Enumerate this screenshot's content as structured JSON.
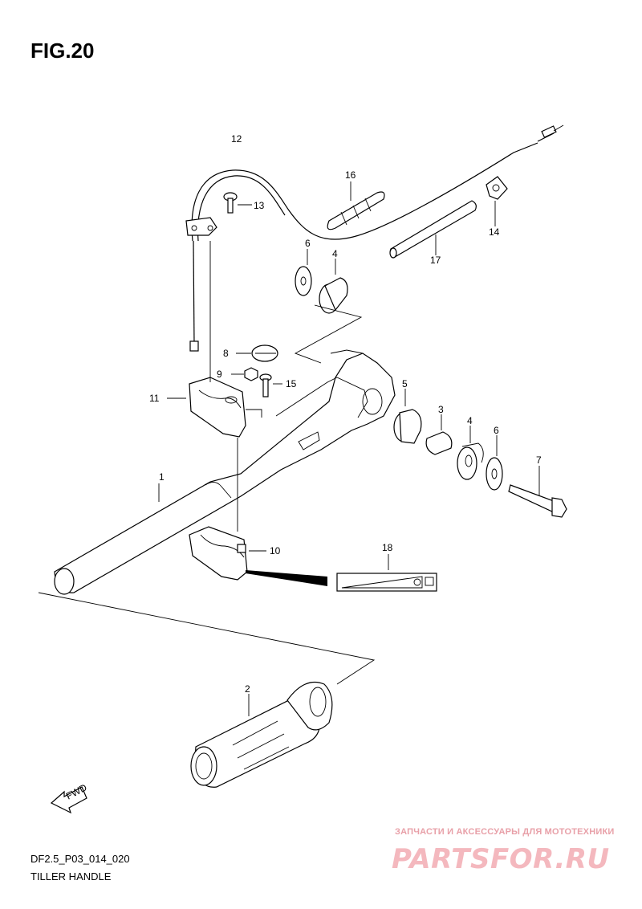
{
  "header": {
    "figure_title": "FIG.20"
  },
  "footer": {
    "drawing_code": "DF2.5_P03_014_020",
    "section_name": "TILLER HANDLE"
  },
  "callouts": [
    {
      "id": "c1",
      "label": "1"
    },
    {
      "id": "c2",
      "label": "2"
    },
    {
      "id": "c3",
      "label": "3"
    },
    {
      "id": "c4a",
      "label": "4"
    },
    {
      "id": "c4b",
      "label": "4"
    },
    {
      "id": "c5",
      "label": "5"
    },
    {
      "id": "c6a",
      "label": "6"
    },
    {
      "id": "c6b",
      "label": "6"
    },
    {
      "id": "c7",
      "label": "7"
    },
    {
      "id": "c8",
      "label": "8"
    },
    {
      "id": "c9",
      "label": "9"
    },
    {
      "id": "c10",
      "label": "10"
    },
    {
      "id": "c11",
      "label": "11"
    },
    {
      "id": "c12",
      "label": "12"
    },
    {
      "id": "c13",
      "label": "13"
    },
    {
      "id": "c14",
      "label": "14"
    },
    {
      "id": "c15",
      "label": "15"
    },
    {
      "id": "c16",
      "label": "16"
    },
    {
      "id": "c17",
      "label": "17"
    },
    {
      "id": "c18",
      "label": "18"
    }
  ],
  "fwd_arrow": {
    "label": "FWD"
  },
  "watermark": {
    "tagline": "ЗАПЧАСТИ И АКСЕССУАРЫ ДЛЯ МОТОТЕХНИКИ",
    "brand": "PARTSFOR.RU",
    "color": "#f4b8be"
  }
}
